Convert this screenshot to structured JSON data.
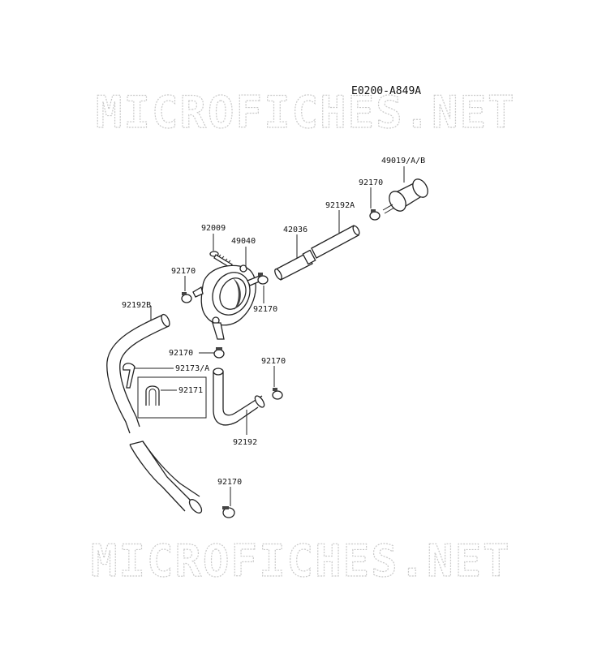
{
  "diagram_code": "E0200-A849A",
  "watermark_text": "MICROFICHES.NET",
  "labels": {
    "filter": "49019/A/B",
    "clamp_top": "92170",
    "hose_a": "92192A",
    "pipe": "42036",
    "bolt": "92009",
    "pump": "49040",
    "clamp_left": "92170",
    "clamp_right": "92170",
    "hose_b": "92192B",
    "clamp_mid": "92170",
    "clamp_small": "92170",
    "clip_a": "92173/A",
    "clip": "92171",
    "hose": "92192",
    "clamp_bottom": "92170"
  }
}
